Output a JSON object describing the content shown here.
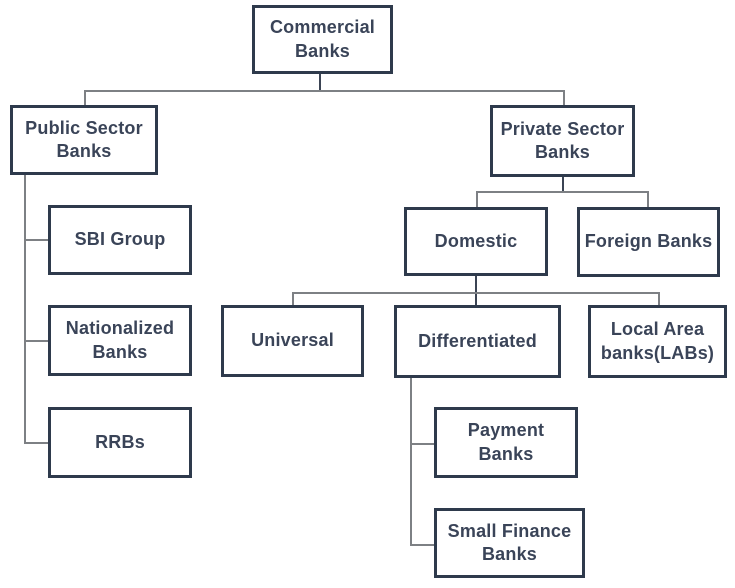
{
  "colors": {
    "background": "#ffffff",
    "box_border": "#2e3a4c",
    "text": "#3a4458",
    "connector": "#7d8084",
    "connector_dark": "#3b4454"
  },
  "nodes": {
    "commercial": {
      "label": "Commercial\nBanks",
      "parent": null
    },
    "public": {
      "label": "Public  Sector\nBanks",
      "parent": "commercial"
    },
    "private": {
      "label": "Private Sector\nBanks",
      "parent": "commercial"
    },
    "sbi": {
      "label": "SBI Group",
      "parent": "public"
    },
    "nationalized": {
      "label": "Nationalized\nBanks",
      "parent": "public"
    },
    "rrbs": {
      "label": "RRBs",
      "parent": "public"
    },
    "domestic": {
      "label": "Domestic",
      "parent": "private"
    },
    "foreign": {
      "label": "Foreign Banks",
      "parent": "private"
    },
    "universal": {
      "label": "Universal",
      "parent": "domestic"
    },
    "differentiated": {
      "label": "Differentiated",
      "parent": "domestic"
    },
    "labs": {
      "label": "Local Area\nbanks(LABs)",
      "parent": "domestic"
    },
    "payment": {
      "label": "Payment\nBanks",
      "parent": "differentiated"
    },
    "smallfinance": {
      "label": "Small Finance\nBanks",
      "parent": "differentiated"
    }
  }
}
